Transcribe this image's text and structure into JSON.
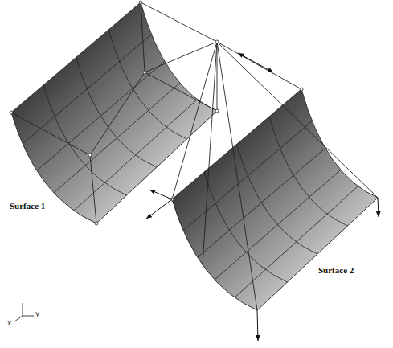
{
  "diagram": {
    "labels": [
      "Surface 1",
      "Surface 2",
      "x",
      "y"
    ]
  }
}
